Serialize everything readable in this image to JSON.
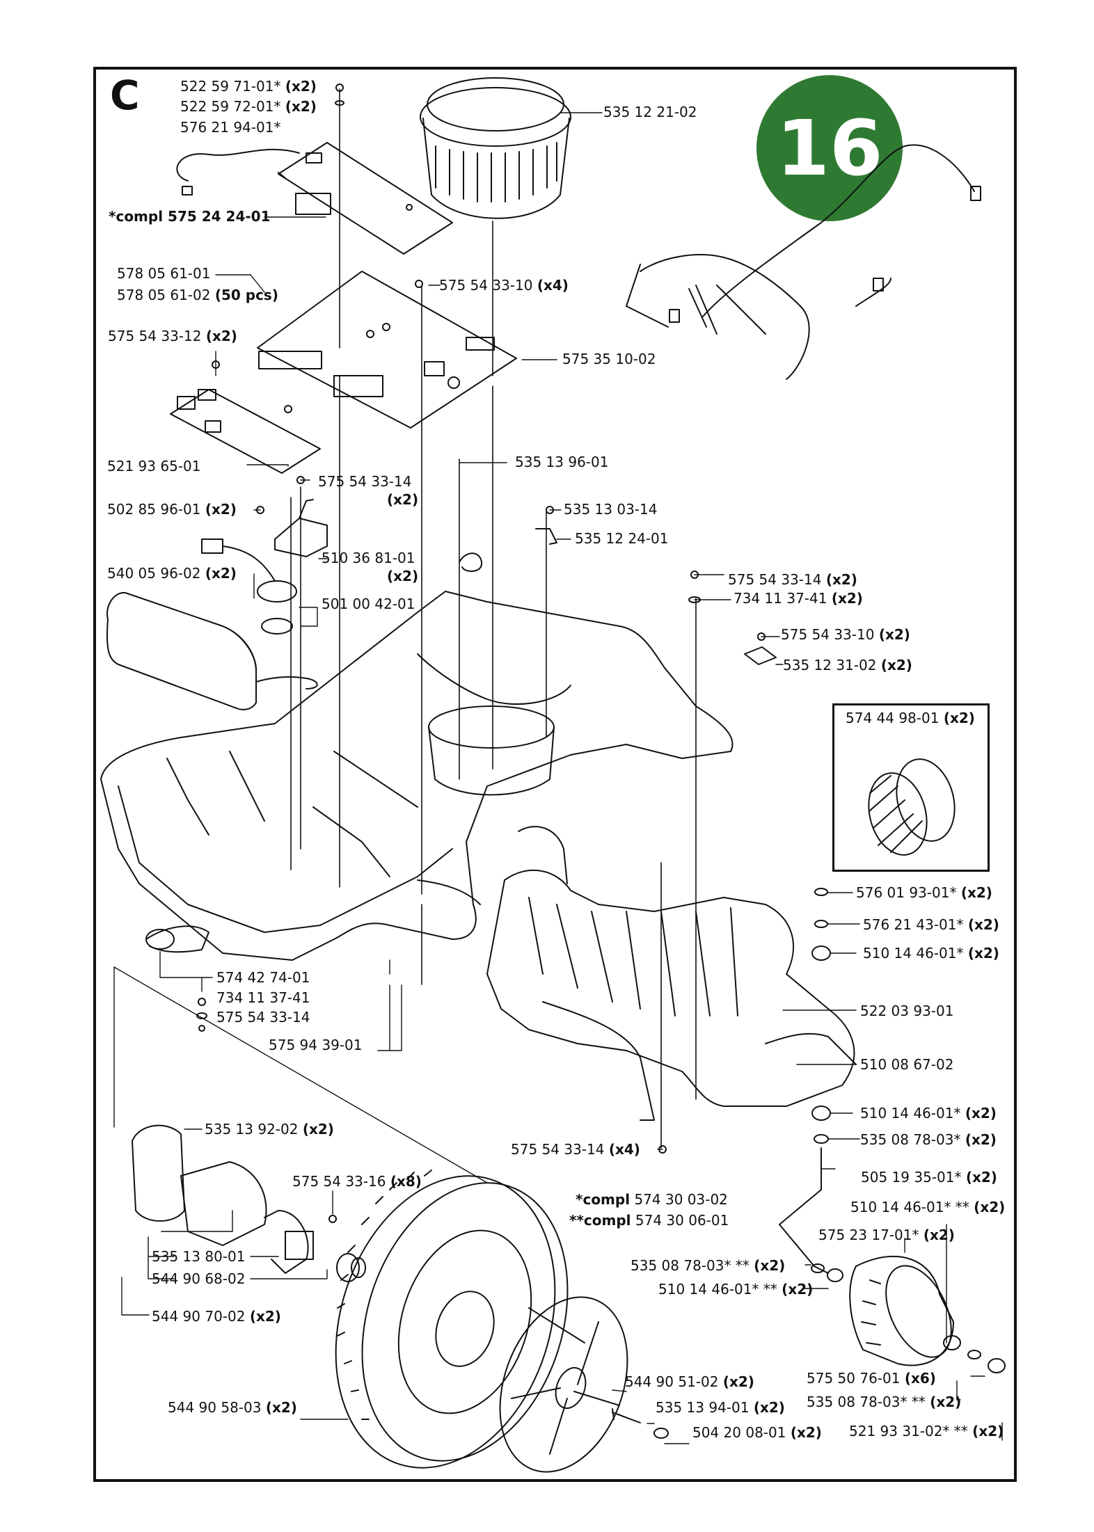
{
  "section": "C",
  "badge": "16",
  "colors": {
    "badge": "#2f7a32",
    "ink": "#111111"
  },
  "compl_notes": [
    {
      "star": "*compl",
      "number": "574 30 03-02"
    },
    {
      "star": "**compl",
      "number": "574 30 06-01"
    }
  ],
  "labels": [
    {
      "part": "522 59 71-01*",
      "qty": "(x2)"
    },
    {
      "part": "522 59 72-01*",
      "qty": "(x2)"
    },
    {
      "part": "576 21 94-01*",
      "qty": ""
    },
    {
      "part": "*compl 575 24 24-01",
      "qty": ""
    },
    {
      "part": "535 12 21-02",
      "qty": ""
    },
    {
      "part": "578 05 61-01",
      "qty": ""
    },
    {
      "part": "578 05 61-02",
      "qty": "(50 pcs)"
    },
    {
      "part": "575 54 33-10",
      "qty": "(x4)"
    },
    {
      "part": "575 54 33-12",
      "qty": "(x2)"
    },
    {
      "part": "575 35 10-02",
      "qty": ""
    },
    {
      "part": "521 93 65-01",
      "qty": ""
    },
    {
      "part": "535 13 96-01",
      "qty": ""
    },
    {
      "part": "575 54 33-14",
      "qty": "(x2)"
    },
    {
      "part": "502 85 96-01",
      "qty": "(x2)"
    },
    {
      "part": "535 13 03-14",
      "qty": ""
    },
    {
      "part": "535 12 24-01",
      "qty": ""
    },
    {
      "part": "510 36 81-01",
      "qty": "(x2)"
    },
    {
      "part": "540 05 96-02",
      "qty": "(x2)"
    },
    {
      "part": "501 00 42-01",
      "qty": ""
    },
    {
      "part": "575 54 33-14",
      "qty": "(x2)"
    },
    {
      "part": "734 11 37-41",
      "qty": "(x2)"
    },
    {
      "part": "575 54 33-10",
      "qty": "(x2)"
    },
    {
      "part": "535 12 31-02",
      "qty": "(x2)"
    },
    {
      "part": "574 44 98-01",
      "qty": "(x2)"
    },
    {
      "part": "576 01 93-01*",
      "qty": "(x2)"
    },
    {
      "part": "576 21 43-01*",
      "qty": "(x2)"
    },
    {
      "part": "510 14 46-01*",
      "qty": "(x2)"
    },
    {
      "part": "574 42 74-01",
      "qty": ""
    },
    {
      "part": "734 11 37-41",
      "qty": ""
    },
    {
      "part": "575 54 33-14",
      "qty": ""
    },
    {
      "part": "522 03 93-01",
      "qty": ""
    },
    {
      "part": "575 94 39-01",
      "qty": ""
    },
    {
      "part": "510 08 67-02",
      "qty": ""
    },
    {
      "part": "510 14 46-01*",
      "qty": "(x2)"
    },
    {
      "part": "535 08 78-03*",
      "qty": "(x2)"
    },
    {
      "part": "535 13 92-02",
      "qty": "(x2)"
    },
    {
      "part": "575 54 33-14",
      "qty": "(x4)"
    },
    {
      "part": "505 19 35-01*",
      "qty": "(x2)"
    },
    {
      "part": "575 54 33-16",
      "qty": "(x8)"
    },
    {
      "part": "510 14 46-01* **",
      "qty": "(x2)"
    },
    {
      "part": "575 23 17-01*",
      "qty": "(x2)"
    },
    {
      "part": "535 13 80-01",
      "qty": ""
    },
    {
      "part": "544 90 68-02",
      "qty": ""
    },
    {
      "part": "535 08 78-03* **",
      "qty": "(x2)"
    },
    {
      "part": "510 14 46-01* **",
      "qty": "(x2)"
    },
    {
      "part": "544 90 70-02",
      "qty": "(x2)"
    },
    {
      "part": "575 50 76-01",
      "qty": "(x6)"
    },
    {
      "part": "544 90 51-02",
      "qty": "(x2)"
    },
    {
      "part": "535 08 78-03* **",
      "qty": "(x2)"
    },
    {
      "part": "544 90 58-03",
      "qty": "(x2)"
    },
    {
      "part": "535 13 94-01",
      "qty": "(x2)"
    },
    {
      "part": "504 20 08-01",
      "qty": "(x2)"
    },
    {
      "part": "521 93 31-02* **",
      "qty": "(x2)"
    }
  ]
}
